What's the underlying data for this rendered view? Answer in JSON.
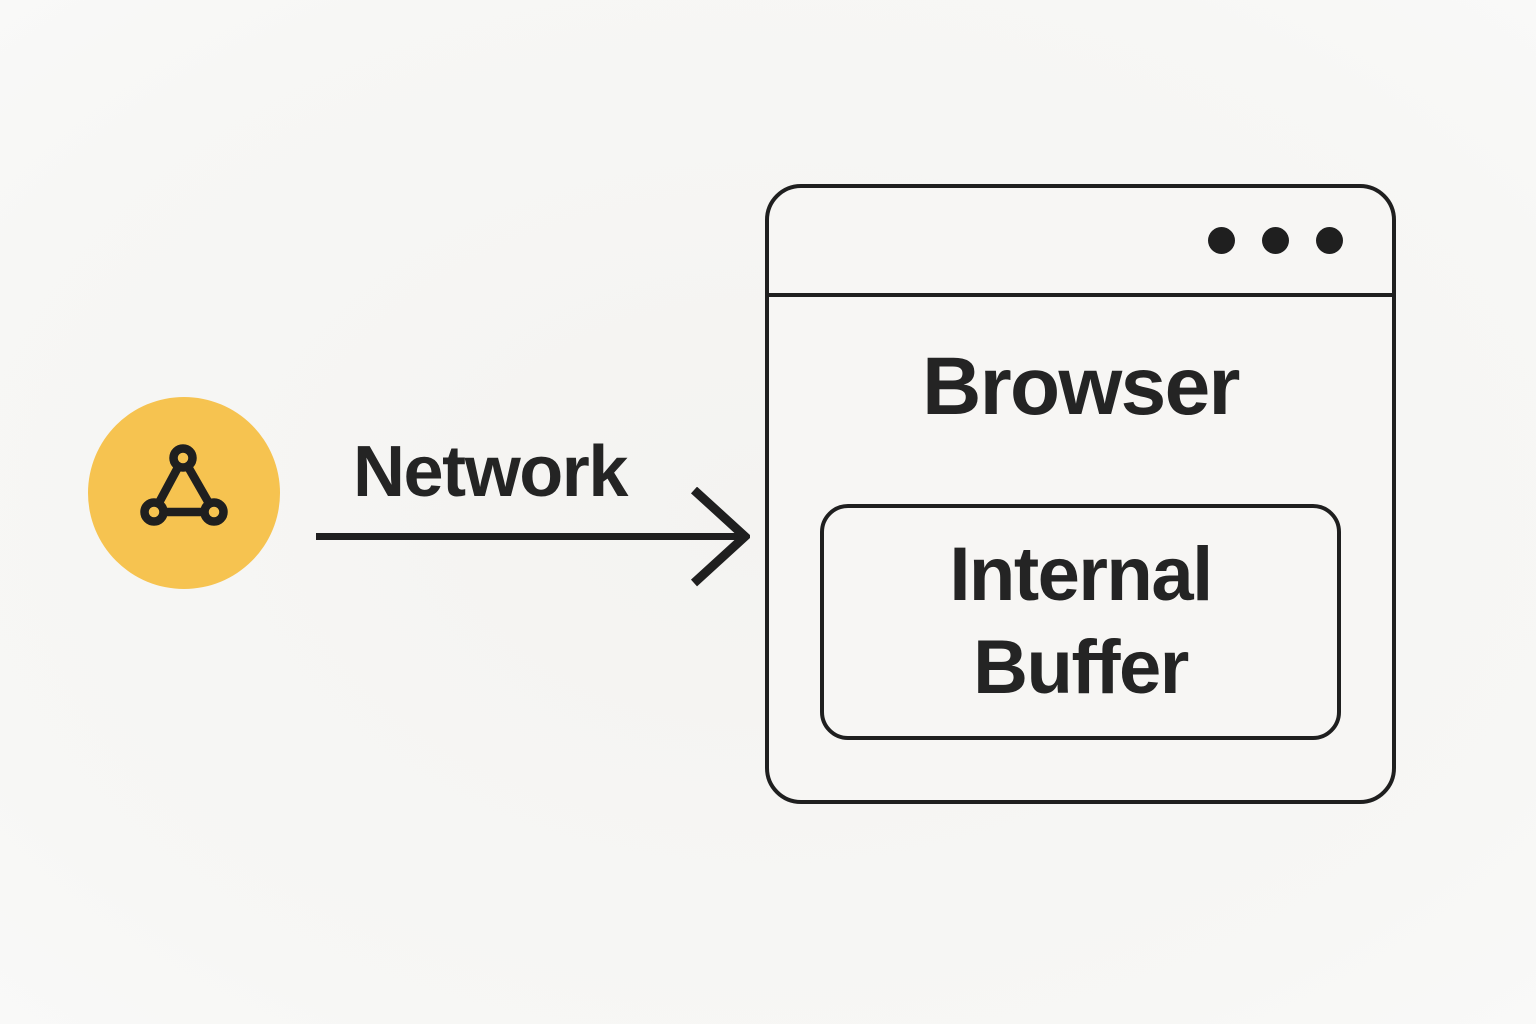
{
  "diagram": {
    "source": {
      "icon": "network-nodes-icon",
      "shape": "circle"
    },
    "connection": {
      "label": "Network",
      "arrow_direction": "right"
    },
    "browser": {
      "title": "Browser",
      "window_dots_count": 3,
      "buffer": {
        "label": "Internal Buffer",
        "lines": [
          "Internal",
          "Buffer"
        ]
      }
    },
    "colors": {
      "background": "#F5F4F2",
      "surface": "#F7F6F4",
      "ink": "#1F1F1F",
      "accent": "#F6C350"
    }
  }
}
